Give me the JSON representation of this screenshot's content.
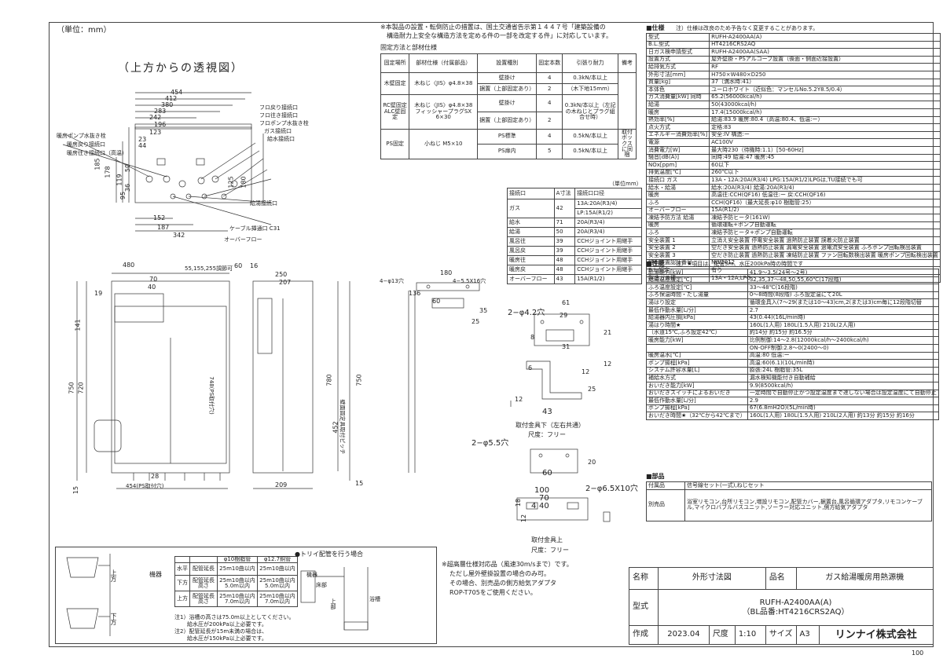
{
  "unit_label": "（単位：mm）",
  "page_number": "100",
  "top_view": {
    "title": "（上方からの透視図）",
    "dims": [
      "454",
      "412",
      "380",
      "283",
      "242",
      "196",
      "123",
      "44",
      "23",
      "152",
      "187",
      "342"
    ],
    "vert_dims": [
      "185",
      "178",
      "119",
      "95",
      "50",
      "36",
      "125",
      "180"
    ],
    "labels": [
      "暖房ポンプ水抜き栓",
      "暖房戻り接続口",
      "暖房往き接続口（高温）",
      "フロ戻り接続口",
      "フロ往き接続口",
      "フロポンプ水抜き栓",
      "ガス接続口",
      "給水接続口",
      "給湯接続口",
      "ケーブル挿通口 C31",
      "オーバーフロー"
    ]
  },
  "install_note": {
    "text1": "※本製品の設置・転倒防止の措置は、国土交通省告示第１４４７号「建築設備の",
    "text2": "構造耐力上安全な構造方法を定める件の一部を改定する件」に対応しています。",
    "title": "固定方法と部材仕様"
  },
  "fix_table": {
    "headers": [
      "固定場所",
      "部材仕様（付属部品）",
      "設置種別",
      "固定本数",
      "引張り耐力",
      "備考"
    ],
    "rows": [
      [
        "木壁固定",
        "木ねじ〈JIS〉φ4.8×38",
        "壁掛け",
        "4",
        "0.3kN/本以上",
        ""
      ],
      [
        "",
        "",
        "据置（上部固定あり）",
        "2",
        "（木下地15mm）",
        ""
      ],
      [
        "RC壁固定 ALC壁固定",
        "木ねじ〈JIS〉φ4.8×38 フィッシャープラグSX 6×30",
        "壁掛け",
        "4",
        "0.3kN/本以上（左記の木ねじとプラグ組合せ時）",
        ""
      ],
      [
        "",
        "",
        "据置（上部固定あり）",
        "2",
        "",
        ""
      ],
      [
        "PS固定",
        "小ねじ M5×10",
        "PS標準",
        "4",
        "0.5kN/本以上",
        "取付ボックスに同梱"
      ],
      [
        "",
        "",
        "PS扉内",
        "5",
        "0.5kN/本以上",
        ""
      ]
    ]
  },
  "conn_table": {
    "unit": "（単位mm）",
    "headers": [
      "接続口",
      "A寸法",
      "接続口口径"
    ],
    "rows": [
      [
        "ガス",
        "42",
        "13A:20A(R3/4)"
      ],
      [
        "",
        "",
        "LP:15A(R1/2)"
      ],
      [
        "給水",
        "71",
        "20A(R3/4)"
      ],
      [
        "給湯",
        "50",
        "20A(R3/4)"
      ],
      [
        "風呂往",
        "39",
        "CCHジョイント用継手"
      ],
      [
        "風呂戻",
        "39",
        "CCHジョイント用継手"
      ],
      [
        "暖房往",
        "48",
        "CCHジョイント用継手"
      ],
      [
        "暖房戻",
        "48",
        "CCHジョイント用継手"
      ],
      [
        "オーバーフロー",
        "43",
        "15A(R1/2)"
      ]
    ]
  },
  "spec": {
    "header": "■仕様",
    "header_note": "注）仕様は改良のため予告なく変更することがあります。",
    "rows": [
      [
        "型式",
        "RUFH-A2400AA(A)"
      ],
      [
        "B.L.型式",
        "HT4216CRS2AQ"
      ],
      [
        "日ガス検申請型式",
        "RUFH-A2400AA(SAA)"
      ],
      [
        "設置方式",
        "屋外壁掛・PSアルコーブ設置（後面・側面近接設置）"
      ],
      [
        "給排気方式",
        "RF"
      ],
      [
        "外形寸法[mm]",
        "H750×W480×D250"
      ],
      [
        "質量[kg]",
        "37（満水時:41）"
      ],
      [
        "本体色",
        "ユーロホワイト（近似色：マンセルNo.5.2Y8.5/0.4）"
      ],
      [
        "ガス消費量[kW] 同時",
        "65.2(56000kcal/h)"
      ],
      [
        "給湯",
        "50(43000kcal/h)"
      ],
      [
        "暖房",
        "17.4(15000kcal/h)"
      ],
      [
        "熱効率[%]",
        "給湯:83.9 暖房:80.4（高温:80.4、低温:ー）"
      ],
      [
        "点火方式",
        "定格:83"
      ],
      [
        "エネルギー消費効率[%]",
        "安全:IV 構造:ー"
      ],
      [
        "電源",
        "AC100V"
      ],
      [
        "消費電力[W]",
        "最大時230（待機時:1.1）[50-60Hz]"
      ],
      [
        "騒音[dB(A)]",
        "同時:49 給湯:47 暖房:45"
      ],
      [
        "NOx[ppm]",
        "60以下"
      ],
      [
        "排気温度[℃]",
        "260℃以下"
      ],
      [
        "接続口 ガス",
        "13A・12A:20A(R3/4) LPG:15A(R1/2)LPGは,TU接続でも可"
      ],
      [
        "給水・給湯",
        "給水:20A(R3/4) 給湯:20A(R3/4)"
      ],
      [
        "暖房",
        "高温往:CCH(QF16) 低温往:ー 戻:CCH(QF16)"
      ],
      [
        "ふろ",
        "CCH(QF16)（最大延長:φ10 樹脂管:25）"
      ],
      [
        "オーバーフロー",
        "15A(R1/2)"
      ],
      [
        "凍結予防方法 給湯",
        "凍結予防ヒータ(161W)"
      ],
      [
        "暖房",
        "循環運転+ポンプ自動運転"
      ],
      [
        "ふろ",
        "凍結予防ヒータ+ポンプ自動運転"
      ],
      [
        "安全装置 1",
        "立消え安全装置 停電安全装置 過熱防止装置 誤着火防止装置"
      ],
      [
        "安全装置 2",
        "空だき安全装置 過熱防止装置 漏電安全装置 過電流安全装置 ふろポンプ回転検出装置"
      ],
      [
        "安全装置 3",
        "空だき防止装置 過熱防止装置 凍結防止装置 ファン回転数検出装置 暖房ポンプ回転検出装置"
      ],
      [
        "給水装置認証番号",
        "NW2012"
      ],
      [
        "B.L.認定",
        "有り"
      ],
      [
        "製造ガス種",
        "13A・12A,LPG"
      ]
    ]
  },
  "perf": {
    "header": "■性能",
    "header_note": "注）★項目は、配管5m、水圧200kPa時の時間です",
    "rows": [
      [
        "給湯能力[kW]",
        "41.9～3.5(24号～2号)"
      ],
      [
        "給湯温度設定[℃]",
        "32,35,37～48,50,55,60℃(17段階)"
      ],
      [
        "ふろ温度設定[℃]",
        "33～48℃(16段階)"
      ],
      [
        "ふろ保温時間・たし湯量",
        "0～8時間(8段階) ふろ設定温にて20L"
      ],
      [
        "湯はり設定",
        "循環金具入(7～29(または10～43)cm,2(または3)cm毎に12段階切替"
      ],
      [
        "最低作動水量[L/分]",
        "2.7"
      ],
      [
        "給湯器内圧損[kPa]",
        "43(0.44)(16L/min時)"
      ],
      [
        "湯はり時間★",
        "160L(1人用) 180L(1.5人用) 210L(2人用)"
      ],
      [
        "（水道15℃,ふろ設定42℃）",
        "約14分 約15分 約16.5分"
      ],
      [
        "暖房能力[kW]",
        "比例制御:14～2.8(12000kcal/h～2400kcal/h)"
      ],
      [
        "",
        "ON-OFF制御:2.8～0(2400～0)"
      ],
      [
        "暖房温水[℃]",
        "高温:80 低温:ー"
      ],
      [
        "ポンプ揚程[kPa]",
        "高温:60(6.1)(10L/min時)"
      ],
      [
        "システム許容水量[L]",
        "膨張:24L 樹脂管:35L"
      ],
      [
        "補給水方式",
        "漏水検知機能付き自動補給"
      ],
      [
        "おいだき能力[kW]",
        "9.9(8500kcal/h)"
      ],
      [
        "おいだきスイッチによるおいだき",
        "一定時間で自動停止かつ設定温度まで達しない場合は設定温度にて自動停止"
      ],
      [
        "最低作動水量[L/分]",
        "2.9"
      ],
      [
        "ポンプ揚程[kPa]",
        "67(6.8mH2O)(5L/min時)"
      ],
      [
        "おいだき時間★（32℃から42℃まで）",
        "160L(1人用) 180L(1.5人用) 210L(2人用) 約13分 約15分 約16分"
      ]
    ]
  },
  "parts": {
    "header": "■部品",
    "rows": [
      [
        "付属品",
        "信号線セット(一式),ねじセット"
      ],
      [
        "別売品",
        "浴室リモコン,台所リモコン,増設リモコン,配管カバー,据置台,風呂循環アダプタ,リモコンケーブル,マイクロバブルバスユニット,ソーラー対応ユニット,側方給気アダプタ"
      ]
    ]
  },
  "front_view": {
    "dims_top": [
      "480",
      "55,155,255調節可",
      "70",
      "40"
    ],
    "dims_side": [
      "750",
      "720",
      "141",
      "15",
      "19"
    ],
    "dims_bottom": [
      "28",
      "454(PS取付穴)"
    ],
    "side_dims_top": [
      "60",
      "16",
      "250",
      "207"
    ],
    "side_dims_side": [
      "780",
      "750",
      "452",
      "15",
      "209"
    ],
    "vert_labels": [
      "748(PS取付穴)",
      "壁面固定具取付ピッチ"
    ]
  },
  "bracket": {
    "dims": [
      "180",
      "4−φ13穴",
      "4−5.5X16穴",
      "60",
      "136",
      "35",
      "25",
      "2−φ4.2穴",
      "61",
      "29",
      "31",
      "21",
      "8",
      "12",
      "43",
      "25",
      "6",
      "12",
      "12"
    ],
    "upper_caption": "取付金具下（左右共通）",
    "upper_material": "尺度：フリー",
    "hole_label": "2−φ5.5穴",
    "lower_dims": [
      "20",
      "60",
      "100",
      "70",
      "40",
      "4",
      "2−φ6.5X10穴",
      "18",
      "12"
    ],
    "lower_caption": "取付金具上",
    "lower_material": "尺度：フリー"
  },
  "pipe_note": {
    "title": "●トリイ配管を行う場合",
    "labels": [
      "上方",
      "下方",
      "機器",
      "床部",
      "上部",
      "浴槽"
    ],
    "table_headers": [
      "",
      "",
      "φ10樹脂管",
      "φ12.7銅管"
    ],
    "table_rows": [
      [
        "水平",
        "配管延長",
        "25m10曲以内",
        "25m10曲以内"
      ],
      [
        "下方",
        "配管延長 高さ",
        "25m10曲以内 5.0m以内",
        "25m10曲以内 5.0m以内"
      ],
      [
        "上方",
        "配管延長 高さ",
        "25m10曲以内 7.0m以内",
        "25m10曲以内 7.0m以内"
      ]
    ],
    "note1": "注1）浴槽の高さは75.0m以上としてください。",
    "note1b": "給水圧が200kPa以上必要です。",
    "note2": "注2）配管延長が15m未満の場合は、",
    "note2b": "給水圧が150kPa以上必要です。"
  },
  "wind_note": {
    "l1": "※超高層仕様対応品（風速30m/sまで）です。",
    "l2": "ただし屋外壁掛設置の場合のみ可。",
    "l3": "その場合、別売品の側方給気アダプタ",
    "l4": "ROP-T705をご使用ください。"
  },
  "title_block": {
    "name_label": "名称",
    "name_value": "外形寸法図",
    "item_label": "品名",
    "item_value": "ガス給湯暖房用熱源機",
    "model_label": "型式",
    "model_value1": "RUFH-A2400AA(A)",
    "model_value2": "（BL品番:HT4216CRS2AQ）",
    "made_label": "作成",
    "made_value": "2023.04",
    "scale_label": "尺度",
    "scale_value": "1:10",
    "size_label": "サイズ",
    "size_value": "A3",
    "company": "リンナイ株式会社"
  }
}
